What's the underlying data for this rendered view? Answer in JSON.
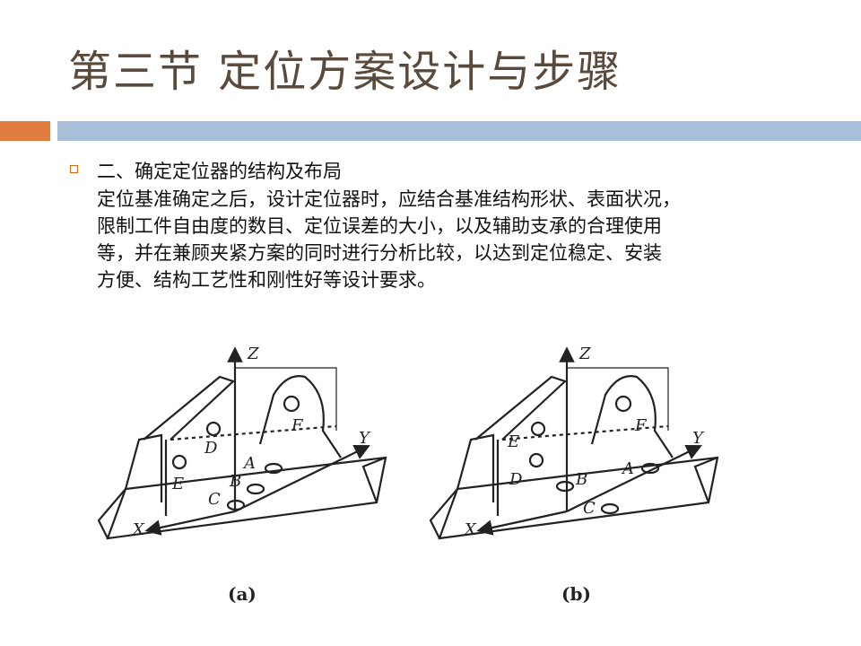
{
  "slide": {
    "title": "第三节  定位方案设计与步骤",
    "section_heading": "二、确定定位器的结构及布局",
    "paragraph_lines": [
      "定位基准确定之后，设计定位器时，应结合基准结构形状、表面状况，",
      "限制工件自由度的数目、定位误差的大小，以及辅助支承的合理使用",
      "等，并在兼顾夹紧方案的同时进行分析比较，以达到定位稳定、安装",
      "方便、结构工艺性和刚性好等设计要求。"
    ]
  },
  "figure": {
    "left": {
      "caption": "(a)",
      "labels": {
        "z": "Z",
        "y": "Y",
        "x": "X",
        "a": "A",
        "b": "B",
        "c": "C",
        "d": "D",
        "e": "E",
        "f": "F"
      }
    },
    "right": {
      "caption": "(b)",
      "labels": {
        "z": "Z",
        "y": "Y",
        "x": "X",
        "a": "A",
        "b": "B",
        "c": "C",
        "d": "D",
        "e": "E",
        "f": "F"
      }
    }
  },
  "colors": {
    "title": "#5a4a3b",
    "accent_orange": "#e07c3e",
    "accent_blue": "#a7bfd8",
    "bullet": "#d2691e"
  }
}
